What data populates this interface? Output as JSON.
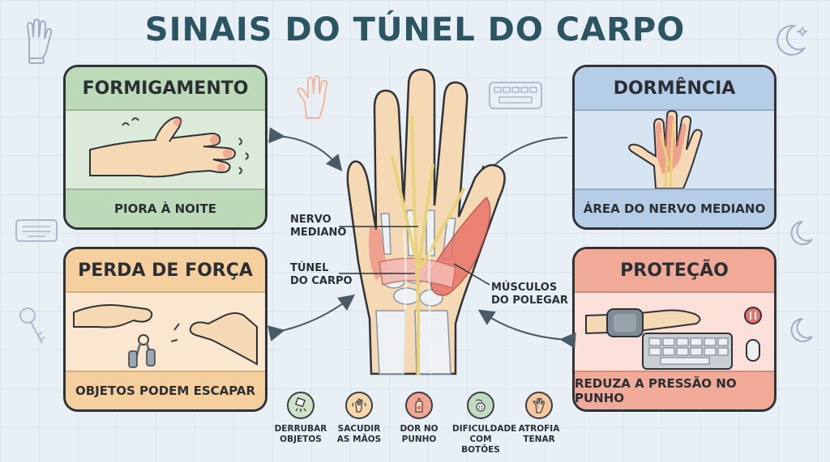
{
  "title": "SINAIS DO TÚNEL DO CARPO",
  "cards": {
    "top_left": {
      "heading": "FORMIGAMENTO",
      "caption": "PIORA À NOITE"
    },
    "top_right": {
      "heading": "DORMÊNCIA",
      "caption": "ÁREA DO NERVO MEDIANO"
    },
    "bottom_left": {
      "heading": "PERDA DE FORÇA",
      "caption": "OBJETOS PODEM ESCAPAR"
    },
    "bottom_right": {
      "heading": "PROTEÇÃO",
      "caption": "REDUZA A PRESSÃO NO PUNHO"
    }
  },
  "anatomy_labels": {
    "nerve_line1": "NERVO",
    "nerve_line2": "MEDIANO",
    "tunnel_line1": "TÚNEL",
    "tunnel_line2": "DO CARPO",
    "muscles_line1": "MÚSCULOS",
    "muscles_line2": "DO POLEGAR"
  },
  "symptoms": [
    {
      "line1": "DERRUBAR",
      "line2": "OBJETOS",
      "icon": "dropping-object-icon",
      "color": "#cfe3c9"
    },
    {
      "line1": "SACUDIR",
      "line2": "AS MÃOS",
      "icon": "shaking-hand-icon",
      "color": "#f6d7ab"
    },
    {
      "line1": "DOR NO",
      "line2": "PUNHO",
      "icon": "wrist-pain-icon",
      "color": "#f2a592"
    },
    {
      "line1": "DIFICULDADE",
      "line2": "COM BOTÕES",
      "icon": "button-icon",
      "color": "#bfdcc0"
    },
    {
      "line1": "ATROFIA",
      "line2": "TENAR",
      "icon": "thenar-atrophy-icon",
      "color": "#f6c79e"
    }
  ],
  "colors": {
    "title": "#2b5562",
    "nerve": "#e8d27a",
    "muscle": "#e8736a",
    "skin": "#f5d9b5",
    "outline": "#2f3338"
  }
}
